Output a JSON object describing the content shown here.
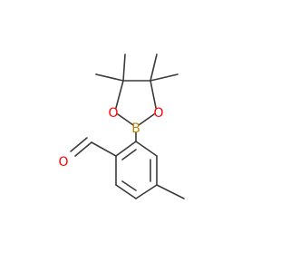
{
  "molecule": {
    "atoms": {
      "oxygen_aldehyde": "O",
      "boron": "B",
      "oxygen_ring_left": "O",
      "oxygen_ring_right": "O"
    },
    "colors": {
      "bond": "#3a3a3a",
      "oxygen": "#ff0000",
      "boron": "#b8860b"
    }
  }
}
